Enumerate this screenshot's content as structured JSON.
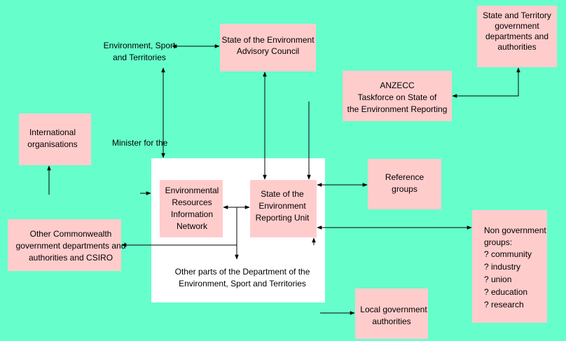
{
  "colors": {
    "background": "#66ffcc",
    "node_fill": "#ffcccc",
    "department_panel": "#ffffff",
    "connector": "#000000"
  },
  "nodes": {
    "minister": {
      "line1": "Environment, Sport",
      "line2": "and Territories",
      "caption": "Minister for the"
    },
    "advisory_council": {
      "line1": "State of the Environment",
      "line2": "Advisory Council"
    },
    "state_territory": {
      "line1": "State and Territory",
      "line2": "government",
      "line3": "departments and",
      "line4": "authorities"
    },
    "anzecc": {
      "line1": "ANZECC",
      "line2": "Taskforce on State of",
      "line3": "the Environment Reporting"
    },
    "international": {
      "line1": "International",
      "line2": "organisations"
    },
    "erin": {
      "line1": "Environmental",
      "line2": "Resources",
      "line3": "Information",
      "line4": "Network"
    },
    "soe_unit": {
      "line1": "State of the",
      "line2": "Environment",
      "line3": "Reporting Unit"
    },
    "reference_groups": {
      "line1": "Reference",
      "line2": "groups"
    },
    "commonwealth": {
      "line1": "Other Commonwealth",
      "line2": "government departments and",
      "line3": "authorities and CSIRO"
    },
    "other_department": {
      "line1": "Other parts of the Department of the",
      "line2": "Environment, Sport and Territories"
    },
    "ngo": {
      "title1": "Non government",
      "title2": "groups:",
      "items": [
        "? community",
        "? industry",
        "? union",
        "? education",
        "? research"
      ]
    },
    "local_government": {
      "line1": "Local government",
      "line2": "authorities"
    }
  }
}
